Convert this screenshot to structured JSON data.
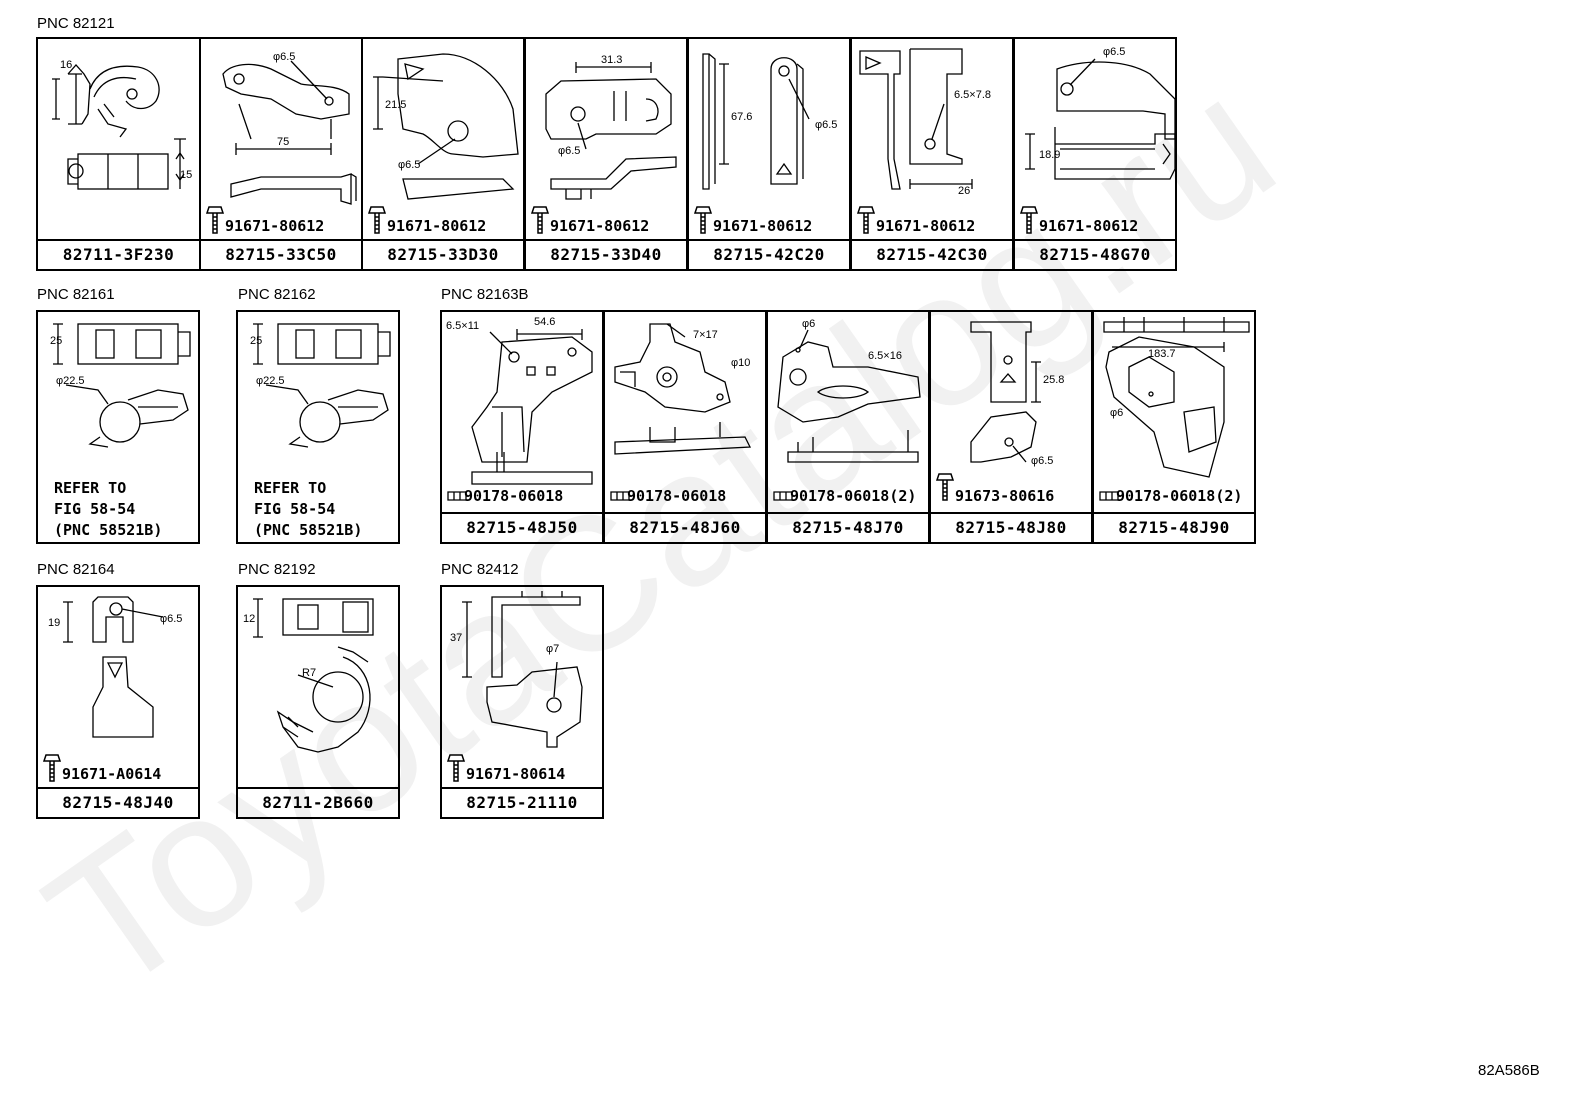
{
  "groups": [
    {
      "pnc": "PNC 82121",
      "cells": [
        {
          "part": "82711-3F230",
          "dims": [
            "16",
            "15"
          ],
          "fastener": ""
        },
        {
          "part": "82715-33C50",
          "dims": [
            "φ6.5",
            "75"
          ],
          "fastener": "91671-80612"
        },
        {
          "part": "82715-33D30",
          "dims": [
            "21.5",
            "φ6.5"
          ],
          "fastener": "91671-80612"
        },
        {
          "part": "82715-33D40",
          "dims": [
            "31.3",
            "φ6.5"
          ],
          "fastener": "91671-80612"
        },
        {
          "part": "82715-42C20",
          "dims": [
            "67.6",
            "φ6.5"
          ],
          "fastener": "91671-80612"
        },
        {
          "part": "82715-42C30",
          "dims": [
            "6.5×7.8",
            "26"
          ],
          "fastener": "91671-80612"
        },
        {
          "part": "82715-48G70",
          "dims": [
            "φ6.5",
            "18.9"
          ],
          "fastener": "91671-80612"
        }
      ]
    },
    {
      "pnc": "PNC 82161",
      "cells": [
        {
          "part": "",
          "dims": [
            "25",
            "φ22.5"
          ],
          "refer": [
            "REFER TO",
            "FIG 58-54",
            "(PNC 58521B)"
          ]
        }
      ]
    },
    {
      "pnc": "PNC 82162",
      "cells": [
        {
          "part": "",
          "dims": [
            "25",
            "φ22.5"
          ],
          "refer": [
            "REFER TO",
            "FIG 58-54",
            "(PNC 58521B)"
          ]
        }
      ]
    },
    {
      "pnc": "PNC 82163B",
      "cells": [
        {
          "part": "82715-48J50",
          "dims": [
            "6.5×11",
            "54.6"
          ],
          "fastener": "90178-06018"
        },
        {
          "part": "82715-48J60",
          "dims": [
            "7×17",
            "φ10"
          ],
          "fastener": "90178-06018"
        },
        {
          "part": "82715-48J70",
          "dims": [
            "φ6",
            "6.5×16"
          ],
          "fastener": "90178-06018(2)"
        },
        {
          "part": "82715-48J80",
          "dims": [
            "25.8",
            "φ6.5"
          ],
          "fastener": "91673-80616"
        },
        {
          "part": "82715-48J90",
          "dims": [
            "183.7",
            "φ6"
          ],
          "fastener": "90178-06018(2)"
        }
      ]
    },
    {
      "pnc": "PNC 82164",
      "cells": [
        {
          "part": "82715-48J40",
          "dims": [
            "19",
            "φ6.5"
          ],
          "fastener": "91671-A0614"
        }
      ]
    },
    {
      "pnc": "PNC 82192",
      "cells": [
        {
          "part": "82711-2B660",
          "dims": [
            "12",
            "R7"
          ],
          "fastener": ""
        }
      ]
    },
    {
      "pnc": "PNC 82412",
      "cells": [
        {
          "part": "82715-21110",
          "dims": [
            "37",
            "φ7"
          ],
          "fastener": "91671-80614"
        }
      ]
    }
  ],
  "figure_ref": "82A586B",
  "watermark": "ToyotaCatalog.ru"
}
